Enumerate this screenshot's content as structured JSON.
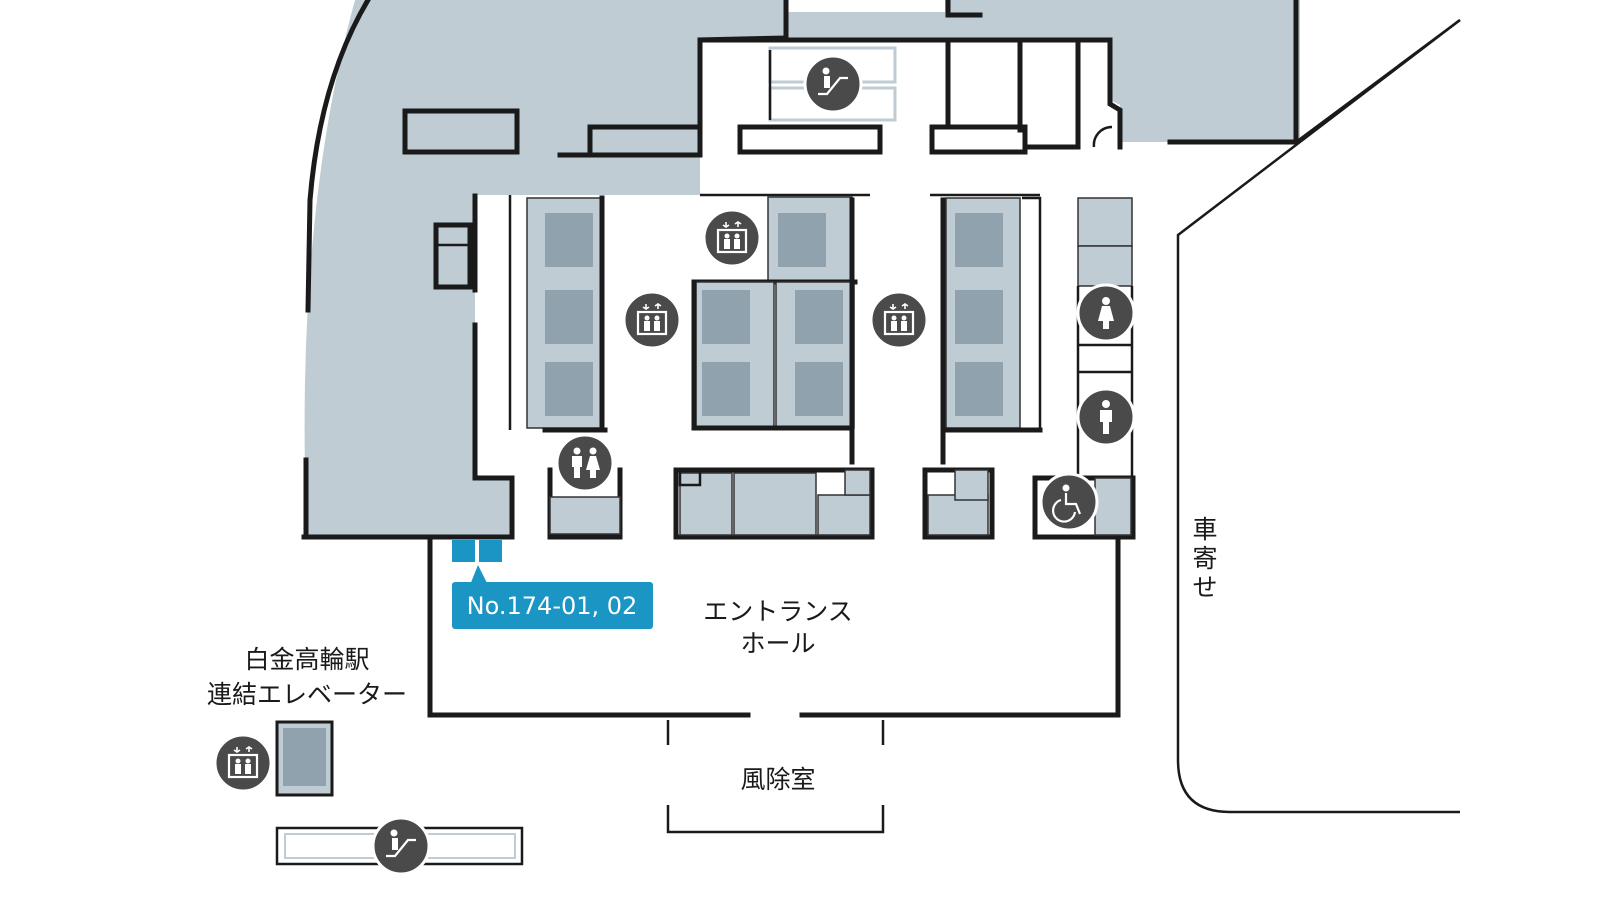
{
  "labels": {
    "entrance_hall_line1": "エントランス",
    "entrance_hall_line2": "ホール",
    "vestibule": "風除室",
    "car_drop_1": "車",
    "car_drop_2": "寄",
    "car_drop_3": "せ",
    "station_elevator_line1": "白金高輪駅",
    "station_elevator_line2": "連結エレベーター"
  },
  "locker": {
    "label": "No.174-01, 02",
    "color": "#1a95c4"
  },
  "colors": {
    "building": "#bfccd4",
    "unit_dark": "#8fa2ae",
    "wall": "#1a1a1a",
    "icon_bg": "#4a4a4a"
  },
  "icons": [
    "escalator-icon",
    "elevator-icon",
    "elevator-icon",
    "elevator-icon",
    "womens-restroom-icon",
    "mens-restroom-icon",
    "restroom-icon",
    "accessible-restroom-icon",
    "elevator-icon",
    "escalator-icon"
  ]
}
